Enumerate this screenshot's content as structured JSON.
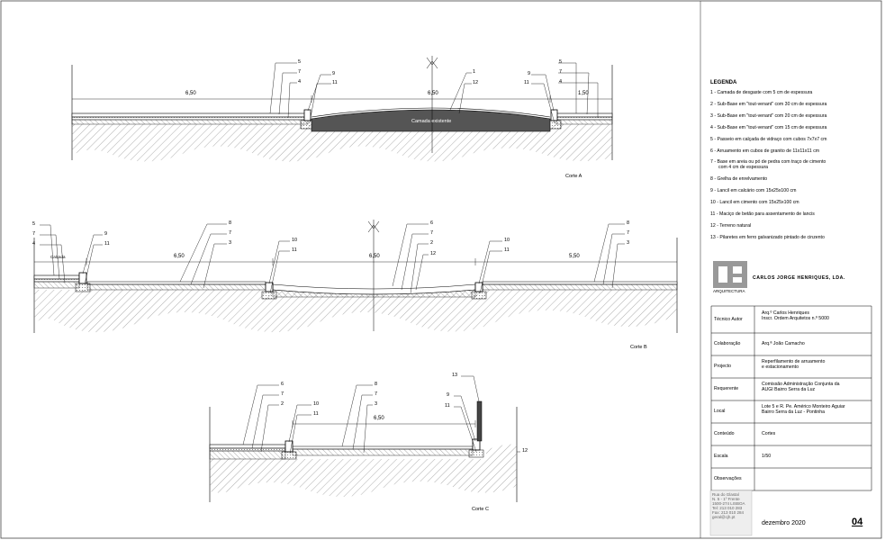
{
  "drawing": {
    "sections": {
      "a": {
        "caption": "Corte A",
        "dims": [
          "6,50",
          "6,50",
          "1,50"
        ],
        "callouts_left": [
          "5",
          "7",
          "4"
        ],
        "callouts_mid": [
          "9",
          "11",
          "1",
          "12",
          "9",
          "11"
        ],
        "callouts_right": [
          "5",
          "7",
          "4"
        ],
        "note": "Camada existente"
      },
      "b": {
        "caption": "Corte B",
        "dims": [
          "6,50",
          "6,50",
          "5,50"
        ],
        "callouts": [
          "5",
          "7",
          "4",
          "9",
          "11",
          "8",
          "7",
          "3",
          "10",
          "11",
          "6",
          "7",
          "2",
          "12",
          "10",
          "11",
          "8",
          "7",
          "3"
        ],
        "note": "Calçada"
      },
      "c": {
        "caption": "Corte C",
        "dims": [
          "6,50"
        ],
        "callouts": [
          "6",
          "7",
          "2",
          "10",
          "11",
          "8",
          "7",
          "3",
          "13",
          "9",
          "11",
          "12"
        ]
      }
    }
  },
  "legend": {
    "title": "LEGENDA",
    "items": [
      "1 - Camada de desgaste com 5 cm de espessura",
      "2 - Sub-Base em \"tout-venant\" com 30 cm de espessura",
      "3 - Sub-Base em \"tout-venant\" com 20 cm de espessura",
      "4 - Sub-Base em \"tout-venant\" com 15 cm de espessura",
      "5 - Passeio em calçada de vidraço com cubos 7x7x7 cm",
      "6 - Arruamento em cubos de granito de 11x11x11 cm",
      "7 - Base em areia ou pó de pedra com traço de cimento",
      "com 4 cm de espessura",
      "8 - Grelha de enrelvamento",
      "9 - Lancil em calcário com 15x25x100 cm",
      "10 - Lancil em cimento com 15x25x100 cm",
      "11 - Maciço de betão para assentamento de lancis",
      "12 - Terreno natural",
      "13 - Pilaretes em ferro galvanizado pintado de cinzento"
    ]
  },
  "titleblock": {
    "company": "CARLOS JORGE HENRIQUES, LDA.",
    "logo_sub": "ARQUITECTURA",
    "rows": [
      {
        "label": "Técnico Autor",
        "value": "Arq.º Carlos Henriques\nInscr. Ordem Arquitetos n.º 5000"
      },
      {
        "label": "Colaboração",
        "value": "Arq.ª João Camacho"
      },
      {
        "label": "Projecto",
        "value": "Reperfilamento de arruamento\ne estacionamento"
      },
      {
        "label": "Requerente",
        "value": "Comissão Administração Conjunta da\nAUGI Bairro Serra da Luz"
      },
      {
        "label": "Local",
        "value": "Lote 5 e R. Pe. Américo Monteiro Aguiar\nBairro Serra da Luz - Pontinha"
      },
      {
        "label": "Conteúdo",
        "value": "Cortes"
      },
      {
        "label": "Escala",
        "value": "1/50"
      },
      {
        "label": "Observações",
        "value": ""
      }
    ],
    "address": "Rua do Glastal\nN. 5 - 1º Frente\n1500-274 LISBOA\nTel: 213 010 283\nFax: 213 010 284\ngeral@cjh.pt",
    "date": "dezembro 2020",
    "sheet": "04"
  }
}
